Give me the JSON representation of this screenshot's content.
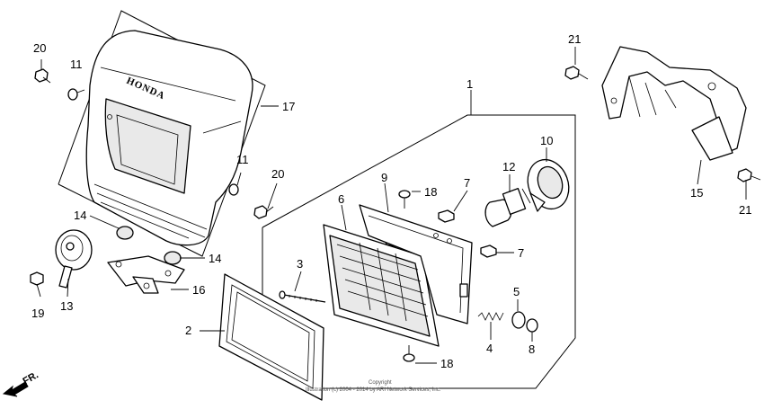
{
  "diagram": {
    "brand_mark": "HONDA",
    "front_marker": "FR.",
    "copyright_line1": "Copyright",
    "copyright_line2": "Illustration (c) 2004 - 2014 by ARI Network Services, Inc.",
    "callouts": {
      "c1": "1",
      "c2": "2",
      "c3": "3",
      "c4": "4",
      "c5": "5",
      "c6": "6",
      "c7a": "7",
      "c7b": "7",
      "c8": "8",
      "c9": "9",
      "c10": "10",
      "c11a": "11",
      "c11b": "11",
      "c12": "12",
      "c13": "13",
      "c14a": "14",
      "c14b": "14",
      "c15": "15",
      "c16": "16",
      "c17": "17",
      "c18a": "18",
      "c18b": "18",
      "c19": "19",
      "c20a": "20",
      "c20b": "20",
      "c21a": "21",
      "c21b": "21"
    }
  }
}
